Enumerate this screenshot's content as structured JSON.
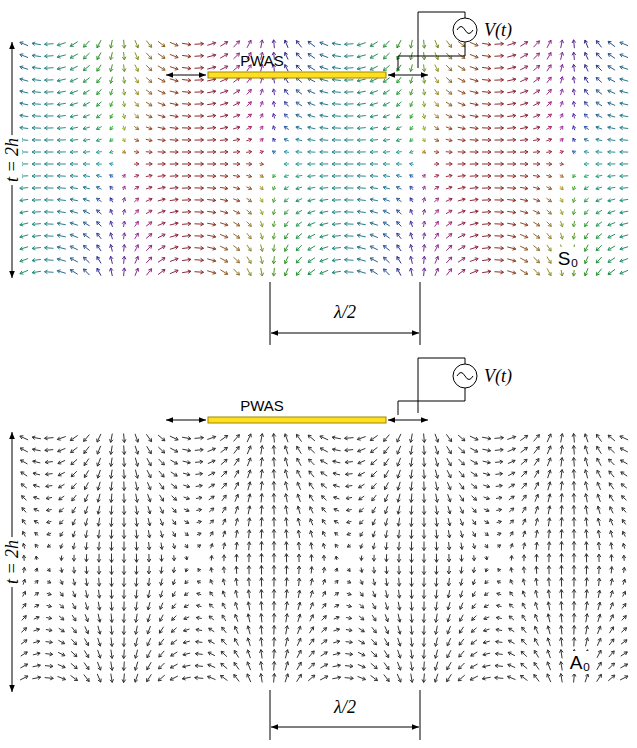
{
  "diagram": {
    "labels": [
      "PWAS",
      "V(t)",
      "t = 2h",
      "λ/2",
      "S₀",
      "PWAS",
      "V(t)",
      "t = 2h",
      "λ/2",
      "A₀"
    ]
  }
}
